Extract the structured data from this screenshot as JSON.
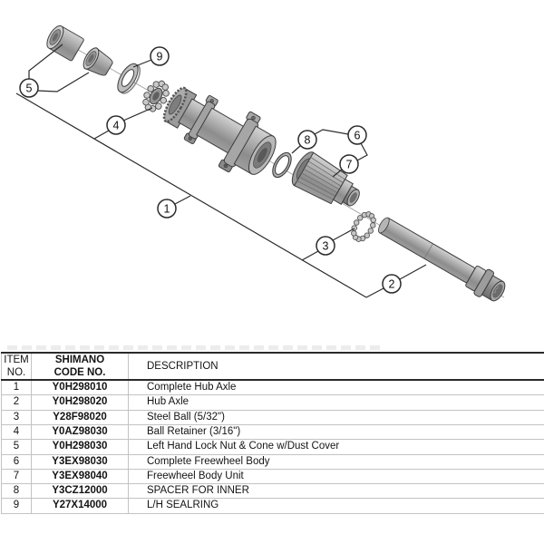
{
  "diagram": {
    "callouts": [
      {
        "label": "1"
      },
      {
        "label": "2"
      },
      {
        "label": "3"
      },
      {
        "label": "4"
      },
      {
        "label": "5"
      },
      {
        "label": "6"
      },
      {
        "label": "7"
      },
      {
        "label": "8"
      },
      {
        "label": "9"
      }
    ],
    "parts": [
      "lock-nut",
      "cone",
      "sealring",
      "ball-retainer-left",
      "hub-body",
      "inner-spacer-ring",
      "freewheel-body",
      "ball-retainer-right",
      "hub-axle"
    ]
  },
  "table": {
    "headers": {
      "item": {
        "line1": "ITEM",
        "line2": "NO."
      },
      "code": {
        "line1": "SHIMANO",
        "line2": "CODE NO."
      },
      "description": "DESCRIPTION"
    },
    "rows": [
      {
        "item": "1",
        "code": "Y0H298010",
        "description": "Complete Hub Axle"
      },
      {
        "item": "2",
        "code": "Y0H298020",
        "description": "Hub Axle"
      },
      {
        "item": "3",
        "code": "Y28F98020",
        "description": "Steel Ball (5/32\")"
      },
      {
        "item": "4",
        "code": "Y0AZ98030",
        "description": "Ball Retainer (3/16\")"
      },
      {
        "item": "5",
        "code": "Y0H298030",
        "description": "Left Hand Lock Nut & Cone w/Dust Cover"
      },
      {
        "item": "6",
        "code": "Y3EX98030",
        "description": "Complete Freewheel Body"
      },
      {
        "item": "7",
        "code": "Y3EX98040",
        "description": "Freewheel Body Unit"
      },
      {
        "item": "8",
        "code": "Y3CZ12000",
        "description": "SPACER FOR INNER"
      },
      {
        "item": "9",
        "code": "Y27X14000",
        "description": "L/H SEALRING"
      }
    ]
  },
  "colors": {
    "part_mid_gray": "#a8a8a8",
    "part_light_gray": "#d2d2d2",
    "part_dark_gray": "#6e6e6e",
    "outline": "#3d3d3d",
    "leader_line": "#2b2b2b",
    "table_border_dark": "#2a2a2a",
    "table_border_light": "#c3c3c3"
  }
}
